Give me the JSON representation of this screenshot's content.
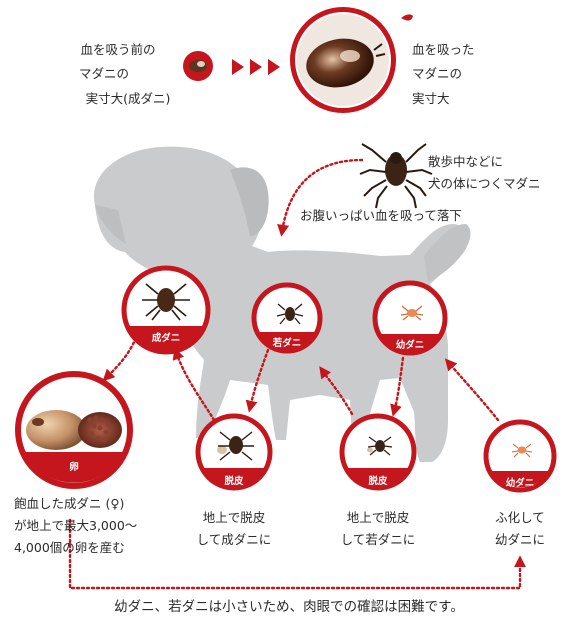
{
  "colors": {
    "accent": "#c4161c",
    "dog": "#c9cbcd",
    "tick_dark": "#3b2416",
    "tick_engorged": "#6a3a26",
    "egg_cluster": "#7a3a2a",
    "larva": "#e98a5a"
  },
  "header": {
    "before_label": [
      "血を吸う前の",
      "マダニの",
      "実寸大(成ダニ)"
    ],
    "after_label": [
      "血を吸った",
      "マダニの",
      "実寸大"
    ]
  },
  "top_note": {
    "line1": "散歩中などに",
    "line2": "犬の体につくマダニ",
    "fall": "お腹いっぱい血を吸って落下"
  },
  "circles": {
    "adult": "成ダニ",
    "nymph": "若ダニ",
    "larva": "幼ダニ",
    "egg": "卵",
    "molt1": "脱皮",
    "molt2": "脱皮",
    "larva_ground": "幼ダニ"
  },
  "captions": {
    "egg": [
      "飽血した成ダニ (♀)",
      "が地上で最大3,000〜",
      "4,000個の卵を産む"
    ],
    "molt_adult": [
      "地上で脱皮",
      "して成ダニに"
    ],
    "molt_nymph": [
      "地上で脱皮",
      "して若ダニに"
    ],
    "hatch": [
      "ふ化して",
      "幼ダニに"
    ]
  },
  "footer": {
    "note": "幼ダニ、若ダニは小さいため、肉眼での確認は困難です。"
  }
}
